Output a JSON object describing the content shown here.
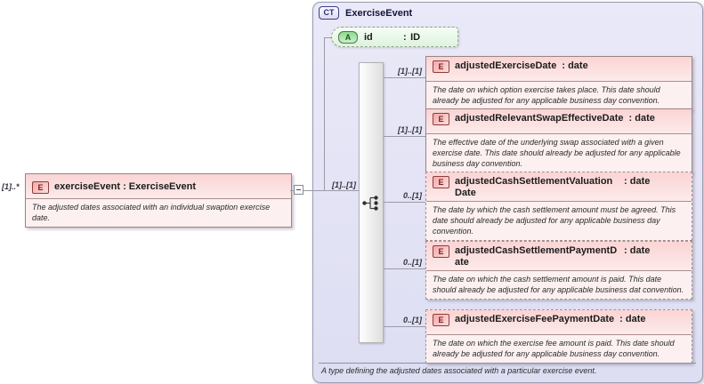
{
  "punct": {
    "colon": ":"
  },
  "source_element": {
    "cardinality": "[1]..*",
    "badge": "E",
    "name": "exerciseEvent",
    "type": "ExerciseEvent",
    "description": "The adjusted dates associated with an individual swaption exercise date."
  },
  "complex_type": {
    "badge": "CT",
    "title": "ExerciseEvent",
    "attribute": {
      "badge": "A",
      "name": "id",
      "type": "ID"
    },
    "sequence_cardinality": "[1]..[1]",
    "elements": [
      {
        "cardinality": "[1]..[1]",
        "badge": "E",
        "name": "adjustedExerciseDate",
        "type": "date",
        "description": "The date on which option exercise takes place. This date should already be adjusted for any applicable business day convention."
      },
      {
        "cardinality": "[1]..[1]",
        "badge": "E",
        "name": "adjustedRelevantSwapEffectiveDate",
        "type": "date",
        "description": "The effective date of the underlying swap associated with a given exercise date. This date should already be adjusted for any applicable business day convention."
      },
      {
        "cardinality": "0..[1]",
        "badge": "E",
        "name": "adjustedCashSettlementValuationDate",
        "type": "date",
        "description": "The date by which the cash settlement amount must be agreed. This date should already be adjusted for any applicable business day convention."
      },
      {
        "cardinality": "0..[1]",
        "badge": "E",
        "name": "adjustedCashSettlementPaymentDate",
        "type": "date",
        "description": "The date on which the cash settlement amount is paid. This date should already be adjusted for any applicable business dat convention."
      },
      {
        "cardinality": "0..[1]",
        "badge": "E",
        "name": "adjustedExerciseFeePaymentDate",
        "type": "date",
        "description": "The date on which the exercise fee amount is paid. This date should already be adjusted for any applicable business day convention."
      }
    ],
    "footer": "A type defining the adjusted dates associated with a particular exercise event."
  },
  "colors": {
    "container_fill": "#e6e6f6",
    "element_fill": "#fdf0f0",
    "element_header": "#fbd4d4",
    "element_badge_border": "#8e3d3d",
    "attribute_fill": "#e9f8e9",
    "attribute_badge": "#8ed88e",
    "ct_badge_border": "#3c3c8e",
    "line": "#9a9aa8"
  }
}
